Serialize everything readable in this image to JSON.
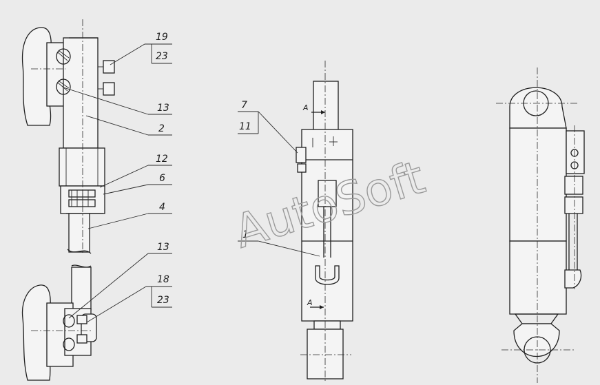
{
  "watermark": "AutoSoft",
  "callouts": {
    "left_top_fraction_top": "19",
    "left_top_fraction_bottom": "23",
    "part_13_upper": "13",
    "part_2": "2",
    "part_12": "12",
    "part_6": "6",
    "part_4": "4",
    "part_13_lower": "13",
    "left_bottom_fraction_top": "18",
    "left_bottom_fraction_bottom": "23",
    "middle_fraction_top": "7",
    "middle_fraction_bottom": "11",
    "part_1": "1"
  },
  "section_marks": {
    "top": "A",
    "bottom": "A"
  }
}
